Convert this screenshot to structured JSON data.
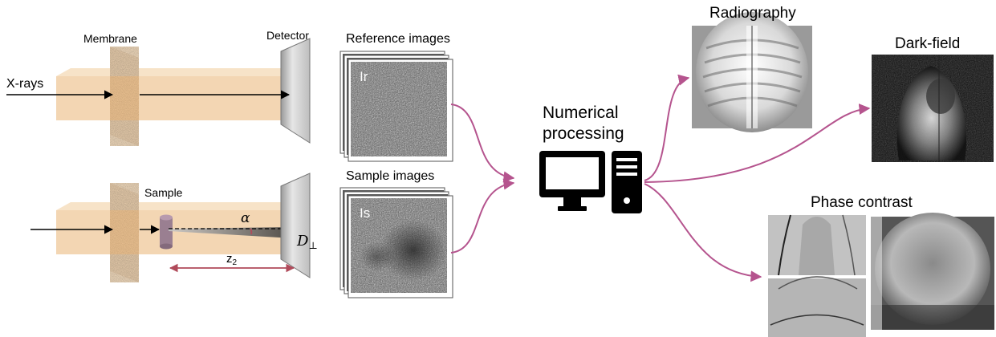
{
  "setup": {
    "xrays_label": "X-rays",
    "membrane_label": "Membrane",
    "detector_label": "Detector",
    "sample_label": "Sample",
    "alpha_symbol": "α",
    "displacement_symbol": "D",
    "displacement_subscript": "⊥",
    "distance_symbol": "z",
    "distance_subscript": "2"
  },
  "images": {
    "reference_title": "Reference images",
    "reference_tag": "Ir",
    "sample_title": "Sample images",
    "sample_tag": "Is"
  },
  "processing": {
    "line1": "Numerical",
    "line2": "processing",
    "icon": "computer-icon"
  },
  "outputs": {
    "radiography": "Radiography",
    "darkfield": "Dark-field",
    "phase": "Phase contrast"
  },
  "colors": {
    "beam": "#f3d9b8",
    "arrows": "#b5548e",
    "distance_arrow": "#b04a5a",
    "sample": "#9a7f91"
  }
}
